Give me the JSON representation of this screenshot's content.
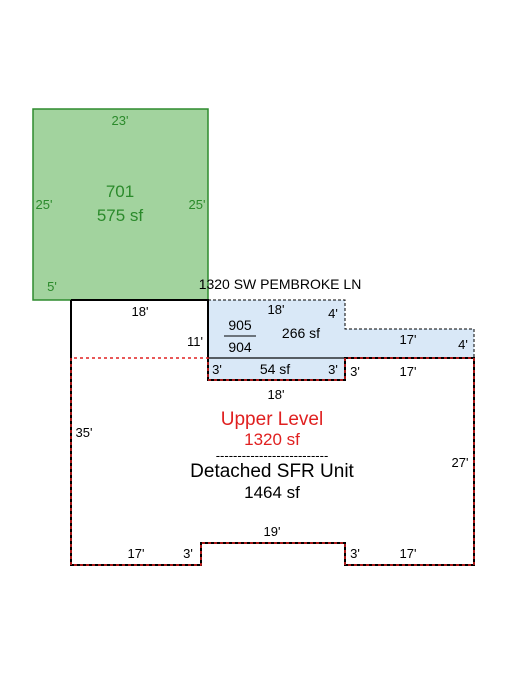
{
  "address": "1320 SW PEMBROKE LN",
  "colors": {
    "garage_fill": "#a2d39e",
    "garage_stroke": "#2e8b2e",
    "garage_text": "#2b8a2b",
    "lower_fill": "#d9e8f7",
    "main_line": "#000000",
    "upper_dash": "#e02020",
    "upper_text": "#e02020"
  },
  "garage": {
    "id": "701",
    "area": "575 sf",
    "dims": {
      "top": "23'",
      "left": "25'",
      "right": "25'",
      "bottom_left": "5'"
    }
  },
  "lower_area": {
    "id_top": "905",
    "id_bottom": "904",
    "area": "266 sf",
    "small_area": "54 sf",
    "dims": {
      "top": "18'",
      "step_right": "4'",
      "right_run": "17'",
      "right_end": "4'",
      "left_side": "11'",
      "small_left": "3'",
      "small_right": "3'",
      "small_bottom": "18'"
    }
  },
  "main": {
    "upper_label": "Upper Level",
    "upper_area": "1320 sf",
    "divider": "--------------------------",
    "label": "Detached SFR Unit",
    "area": "1464 sf",
    "dims": {
      "top_left": "18'",
      "left": "35'",
      "right": "27'",
      "top_right_a": "3'",
      "top_right_b": "17'",
      "bottom_left_run": "17'",
      "bottom_left_step": "3'",
      "bottom_middle": "19'",
      "bottom_right_step": "3'",
      "bottom_right_run": "17'"
    }
  }
}
